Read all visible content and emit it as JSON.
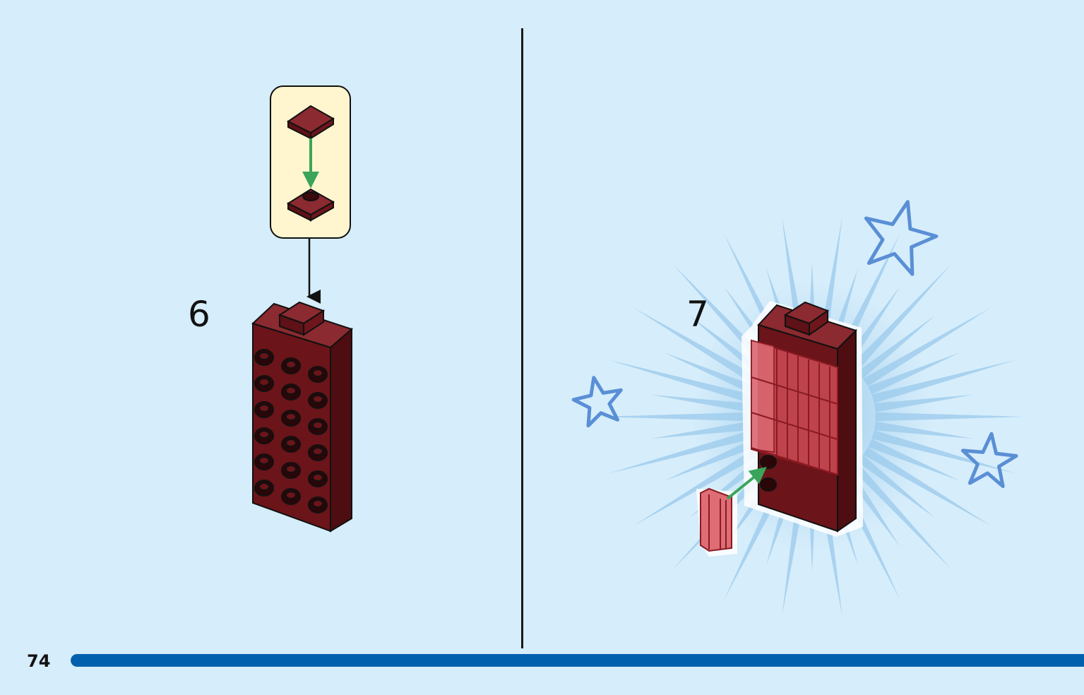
{
  "page": {
    "page_number": "74",
    "progress_fraction": 1.0
  },
  "steps": [
    {
      "number": "6"
    },
    {
      "number": "7"
    }
  ],
  "colors": {
    "background": "#d6edfb",
    "brick_dark_red": "#7a1a20",
    "brick_trans_red": "#d9535e",
    "callout_fill": "#fff6cf",
    "arrow_green": "#3aa55a",
    "star_blue": "#5a8fd6",
    "progress_blue": "#0060ad"
  },
  "icons": [
    "star-icon",
    "burst-icon",
    "arrow-down-icon",
    "arrow-green-icon"
  ]
}
